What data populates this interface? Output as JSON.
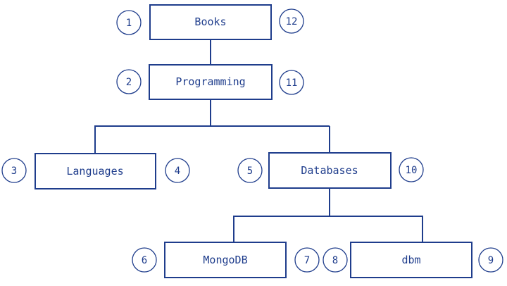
{
  "diagram": {
    "nodes": {
      "books": {
        "label": "Books",
        "left": "1",
        "right": "12"
      },
      "programming": {
        "label": "Programming",
        "left": "2",
        "right": "11"
      },
      "languages": {
        "label": "Languages",
        "left": "3",
        "right": "4"
      },
      "databases": {
        "label": "Databases",
        "left": "5",
        "right": "10"
      },
      "mongodb": {
        "label": "MongoDB",
        "left": "6",
        "right": "7"
      },
      "dbm": {
        "label": "dbm",
        "left": "8",
        "right": "9"
      }
    },
    "colors": {
      "stroke": "#1f3d8c",
      "text": "#1f3d8c",
      "background": "#ffffff"
    }
  }
}
